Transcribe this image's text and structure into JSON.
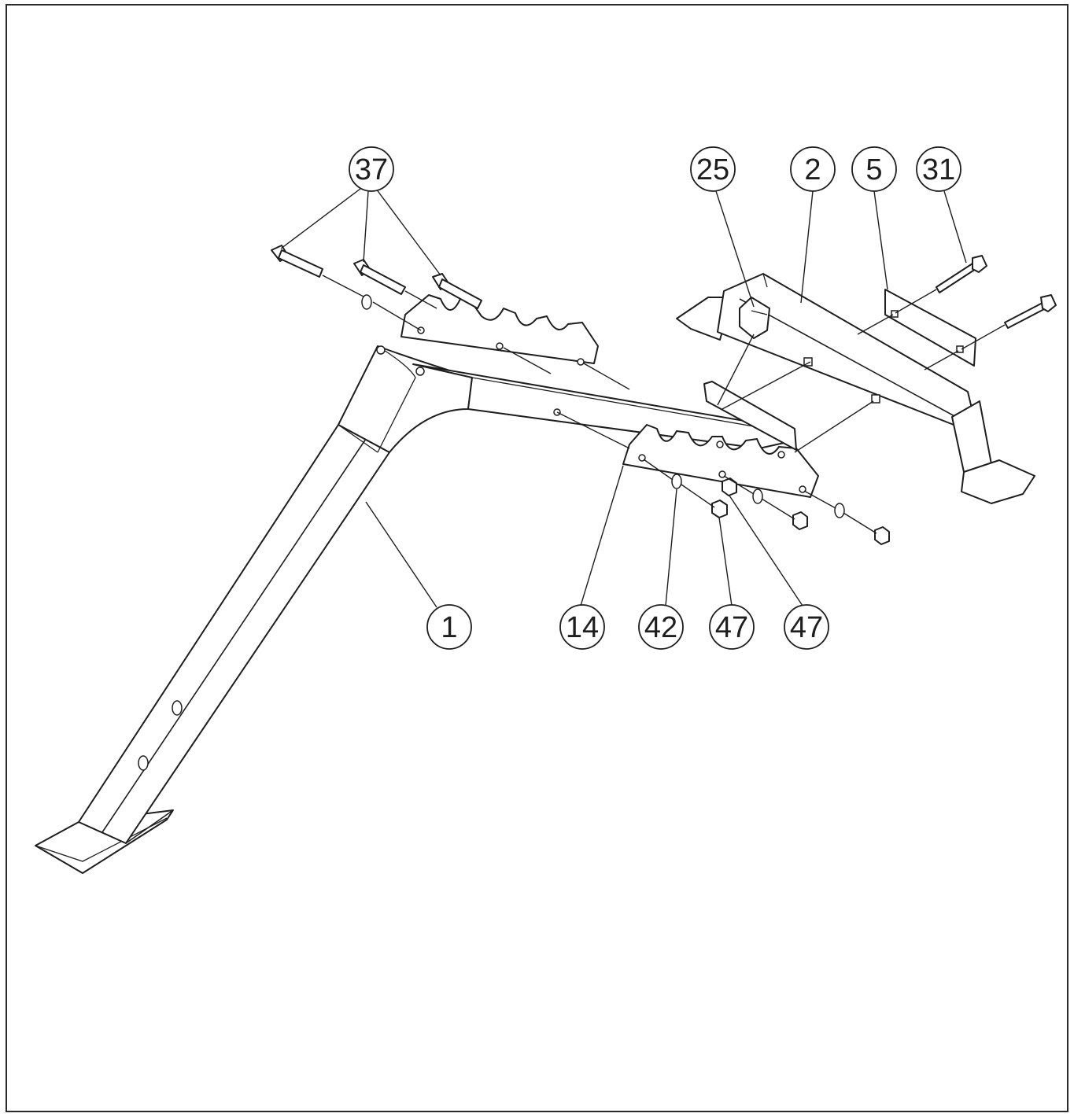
{
  "callouts": {
    "c37": "37",
    "c25": "25",
    "c2": "2",
    "c5": "5",
    "c31": "31",
    "c1": "1",
    "c14": "14",
    "c42": "42",
    "c47a": "47",
    "c47b": "47"
  }
}
